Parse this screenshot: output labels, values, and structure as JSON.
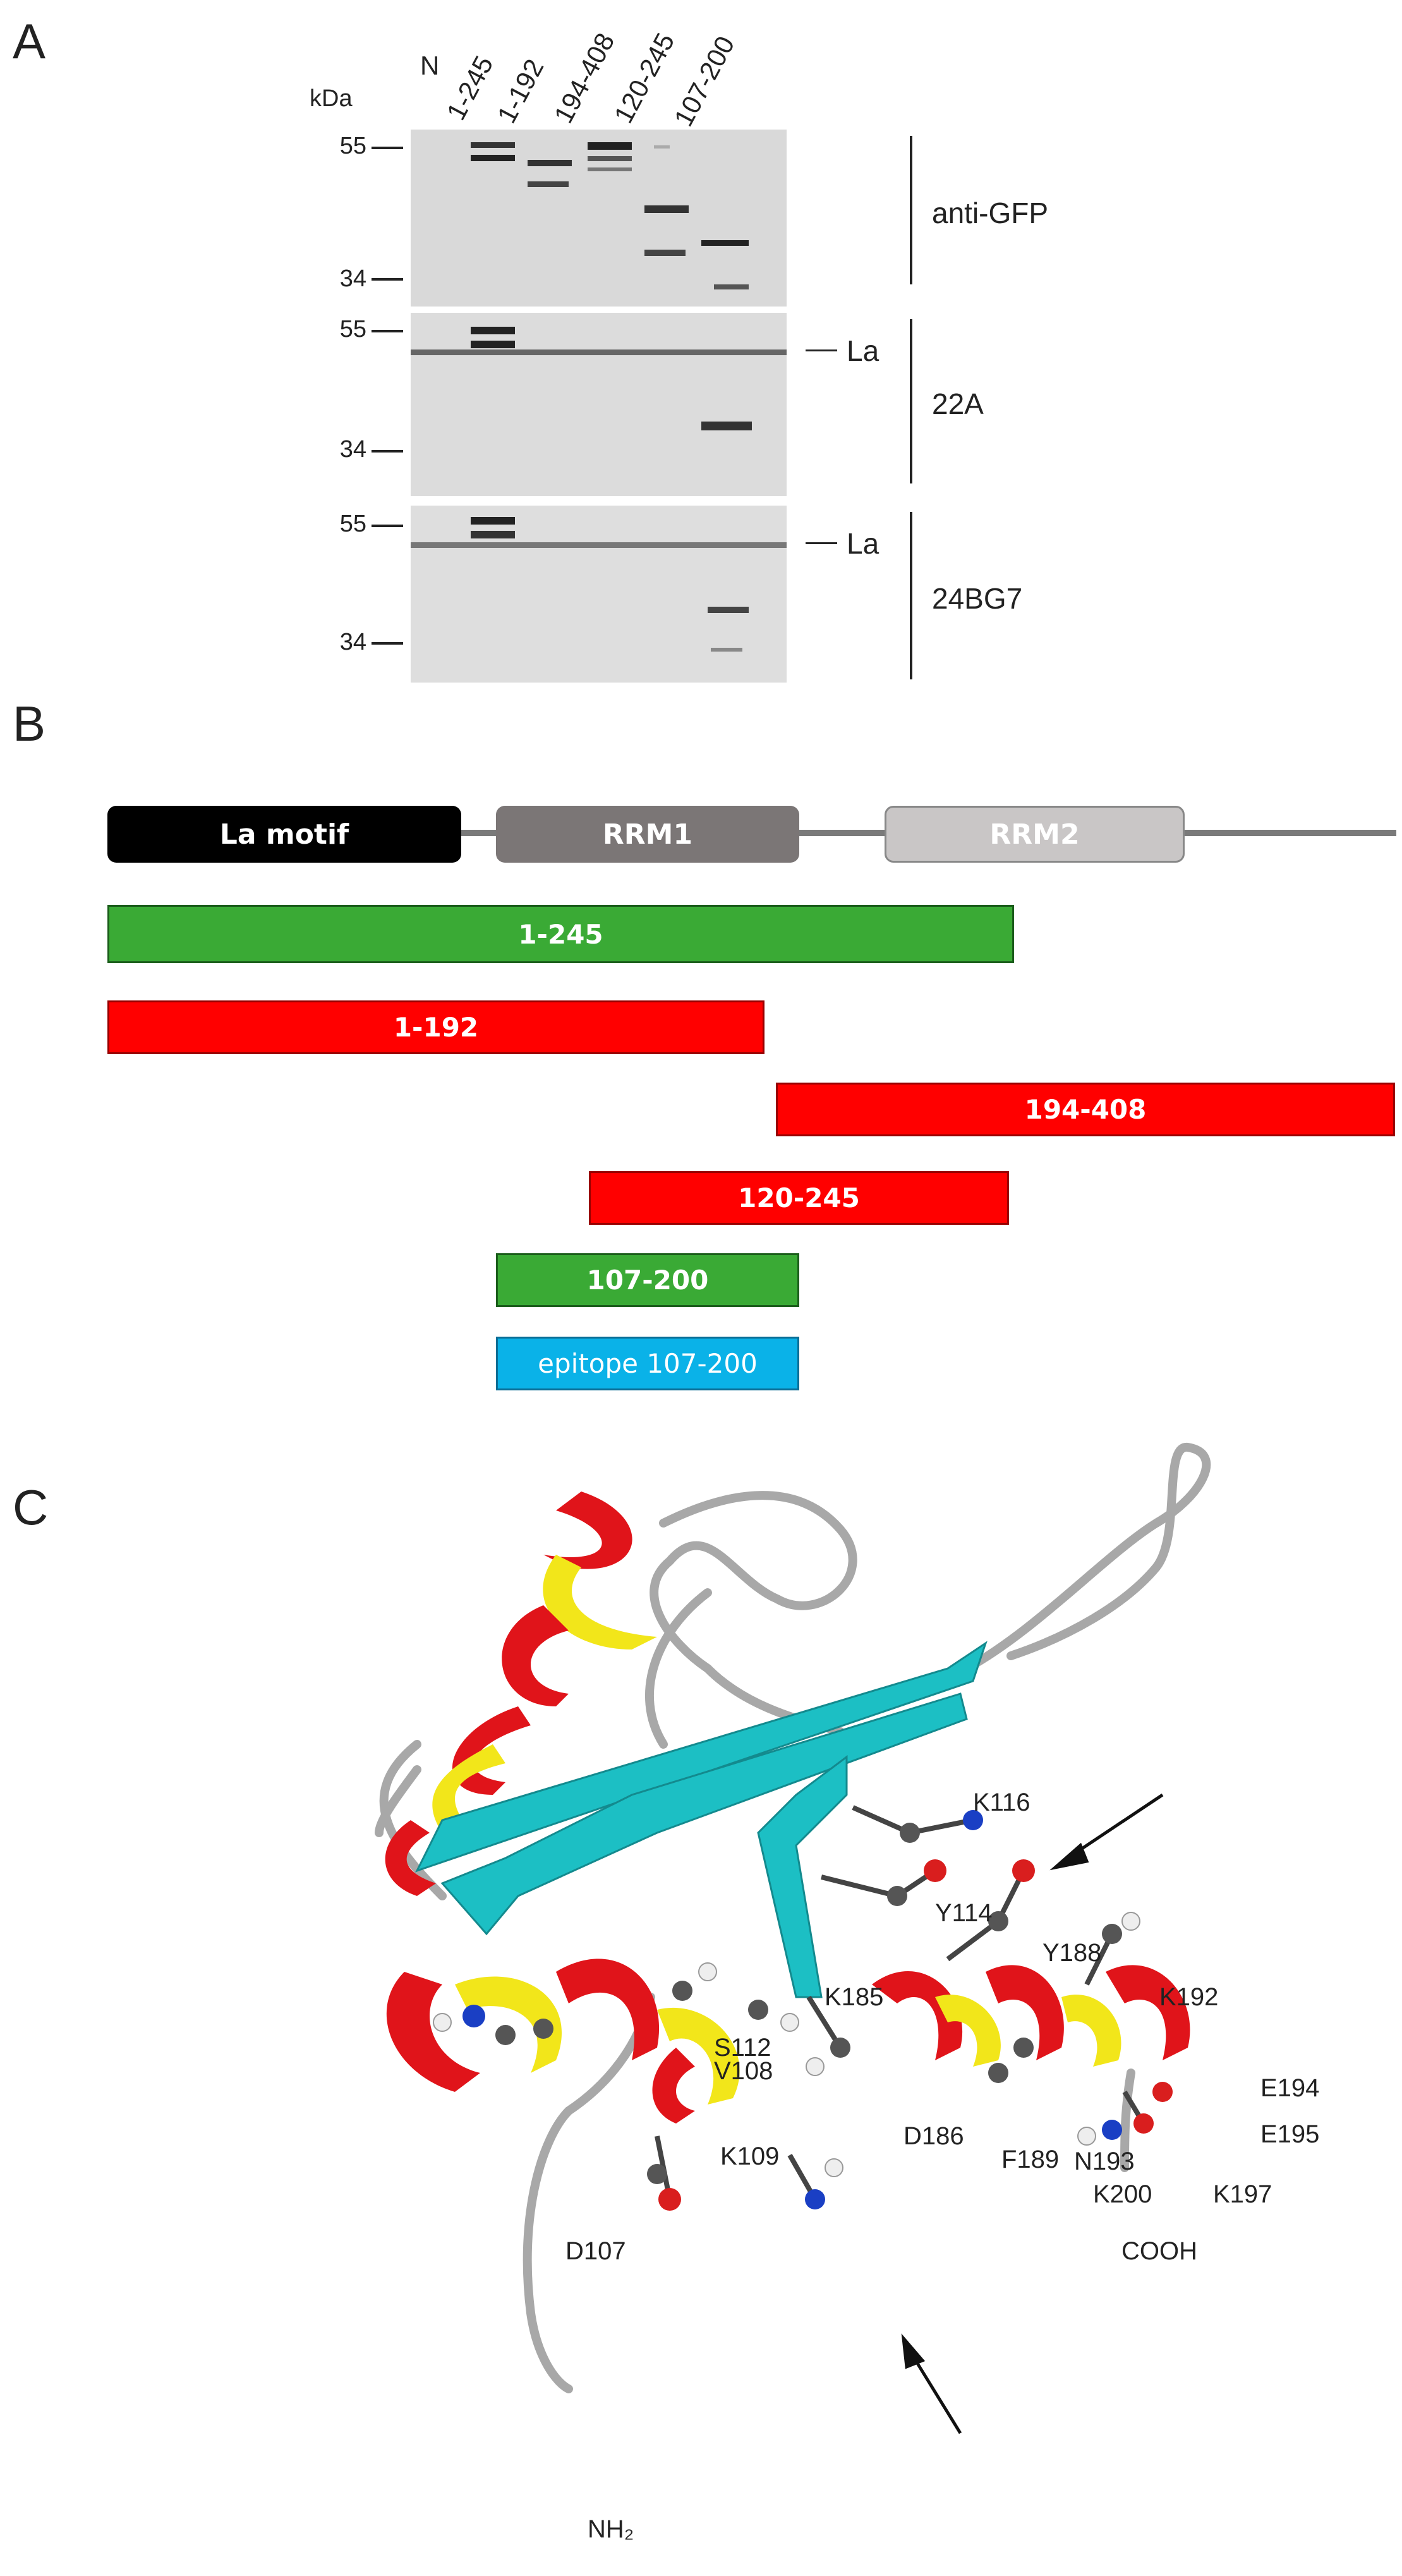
{
  "panel_a": {
    "letter": "A",
    "kda_label": "kDa",
    "lanes": [
      "N",
      "1-245",
      "1-192",
      "194-408",
      "120-245",
      "107-200"
    ],
    "blots": [
      {
        "antibody": "anti-GFP",
        "markers": [
          "55",
          "34"
        ],
        "la_label": ""
      },
      {
        "antibody": "22A",
        "markers": [
          "55",
          "34"
        ],
        "la_label": "La"
      },
      {
        "antibody": "24BG7",
        "markers": [
          "55",
          "34"
        ],
        "la_label": "La"
      }
    ]
  },
  "panel_b": {
    "letter": "B",
    "domains": [
      {
        "name": "La motif",
        "color": "#000000"
      },
      {
        "name": "RRM1",
        "color": "#7b7676"
      },
      {
        "name": "RRM2",
        "color": "#c9c6c6"
      }
    ],
    "constructs": [
      {
        "label": "1-245",
        "color": "#3aaa35"
      },
      {
        "label": "1-192",
        "color": "#ff0000"
      },
      {
        "label": "194-408",
        "color": "#ff0000"
      },
      {
        "label": "120-245",
        "color": "#ff0000"
      },
      {
        "label": "107-200",
        "color": "#3aaa35"
      },
      {
        "label": "epitope 107-200",
        "color": "#0ab2e8"
      }
    ]
  },
  "panel_c": {
    "letter": "C",
    "residues": [
      "K116",
      "Y114",
      "Y188",
      "K185",
      "K192",
      "S112",
      "V108",
      "E194",
      "E195",
      "D186",
      "F189",
      "N193",
      "K109",
      "K200",
      "K197",
      "D107",
      "COOH",
      "NH₂"
    ],
    "colors": {
      "helix": "#e0141a",
      "helix_inner": "#f2e61a",
      "strand": "#1cbfc4",
      "coil": "#a8a8a8"
    }
  }
}
